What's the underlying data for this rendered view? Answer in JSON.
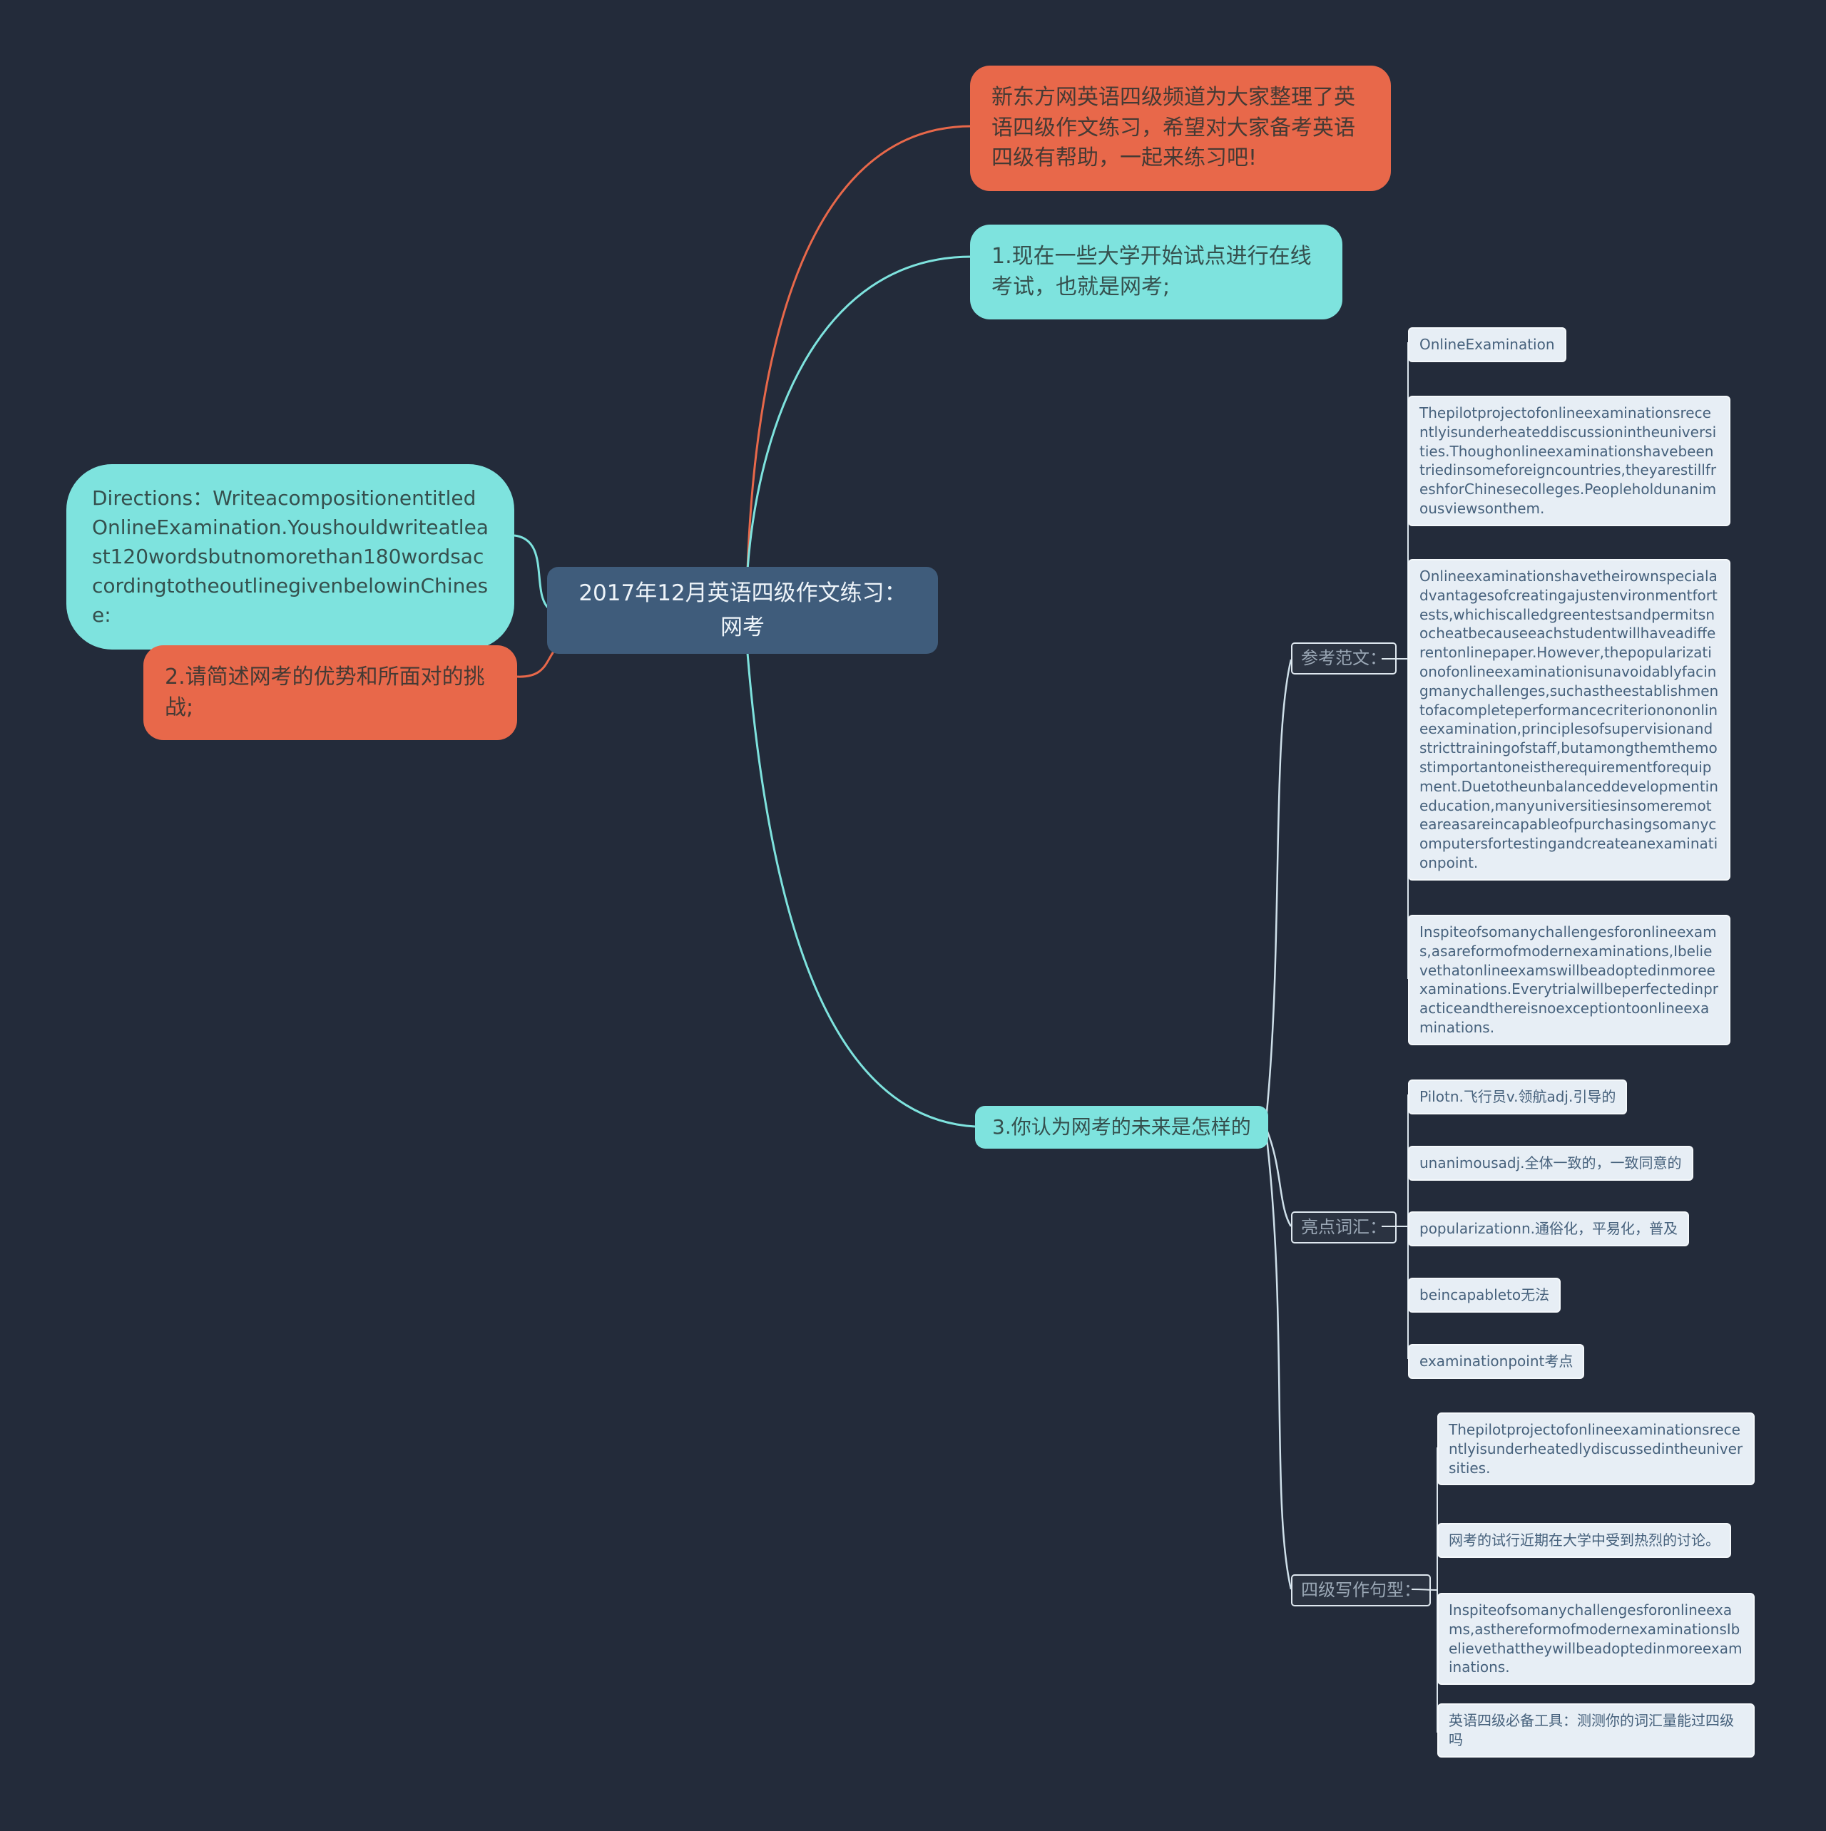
{
  "canvas": {
    "background": "#232b3a"
  },
  "colors": {
    "orange": "#e8684a",
    "teal": "#7ee3de",
    "central_bg": "#3f5c7b",
    "box_bg": "#e7eef5",
    "box_text": "#46617c",
    "edge_light": "#dce6ee"
  },
  "central": {
    "text": "2017年12月英语四级作文练习：网考"
  },
  "branches": {
    "intro": {
      "text": "新东方网英语四级频道为大家整理了英语四级作文练习，希望对大家备考英语四级有帮助，一起来练习吧!"
    },
    "point1": {
      "text": "1.现在一些大学开始试点进行在线考试，也就是网考;"
    },
    "directions": {
      "text": "Directions：WriteacompositionentitledOnlineExamination.Youshouldwriteatleast120wordsbutnomorethan180wordsaccordingtotheoutlinegivenbelowinChinese:"
    },
    "point2": {
      "text": "2.请简述网考的优势和所面对的挑战;"
    },
    "point3": {
      "text": "3.你认为网考的未来是怎样的"
    }
  },
  "reference": {
    "label": "参考范文：",
    "items": [
      {
        "text": "OnlineExamination"
      },
      {
        "text": "Thepilotprojectofonlineexaminationsrecentlyisunderheateddiscussionintheuniversities.Thoughonlineexaminationshavebeentriedinsomeforeigncountries,theyarestillfreshforChinesecolleges.Peopleholdunanimousviewsonthem."
      },
      {
        "text": "Onlineexaminationshavetheirownspecialadvantagesofcreatingajustenvironmentfortests,whichiscalledgreentestsandpermitsnocheatbecauseeachstudentwillhaveadifferentonlinepaper.However,thepopularizationofonlineexaminationisunavoidablyfacingmanychallenges,suchastheestablishmentofacompleteperformancecriterionononlineexamination,principlesofsupervisionandstricttrainingofstaff,butamongthemthemostimportantoneistherequirementforequipment.Duetotheunbalanceddevelopmentineducation,manyuniversitiesinsomeremoteareasareincapableofpurchasingsomanycomputersfortestingandcreateanexaminationpoint."
      },
      {
        "text": "Inspiteofsomanychallengesforonlineexams,asareformofmodernexaminations,Ibelievethatonlineexamswillbeadoptedinmoreexaminations.Everytrialwillbeperfectedinpracticeandthereisnoexceptiontoonlineexaminations."
      }
    ]
  },
  "vocabulary": {
    "label": "亮点词汇：",
    "items": [
      {
        "text": "Pilotn.飞行员v.领航adj.引导的"
      },
      {
        "text": "unanimousadj.全体一致的，一致同意的"
      },
      {
        "text": "popularizationn.通俗化，平易化，普及"
      },
      {
        "text": "beincapableto无法"
      },
      {
        "text": "examinationpoint考点"
      }
    ]
  },
  "patterns": {
    "label": "四级写作句型：",
    "items": [
      {
        "text": "Thepilotprojectofonlineexaminationsrecentlyisunderheatedlydiscussedintheuniversities."
      },
      {
        "text": "网考的试行近期在大学中受到热烈的讨论。"
      },
      {
        "text": "Inspiteofsomanychallengesforonlineexams,asthereformofmodernexaminationsIbelievethattheywillbeadoptedinmoreexaminations."
      },
      {
        "text": "英语四级必备工具：测测你的词汇量能过四级吗"
      }
    ]
  }
}
